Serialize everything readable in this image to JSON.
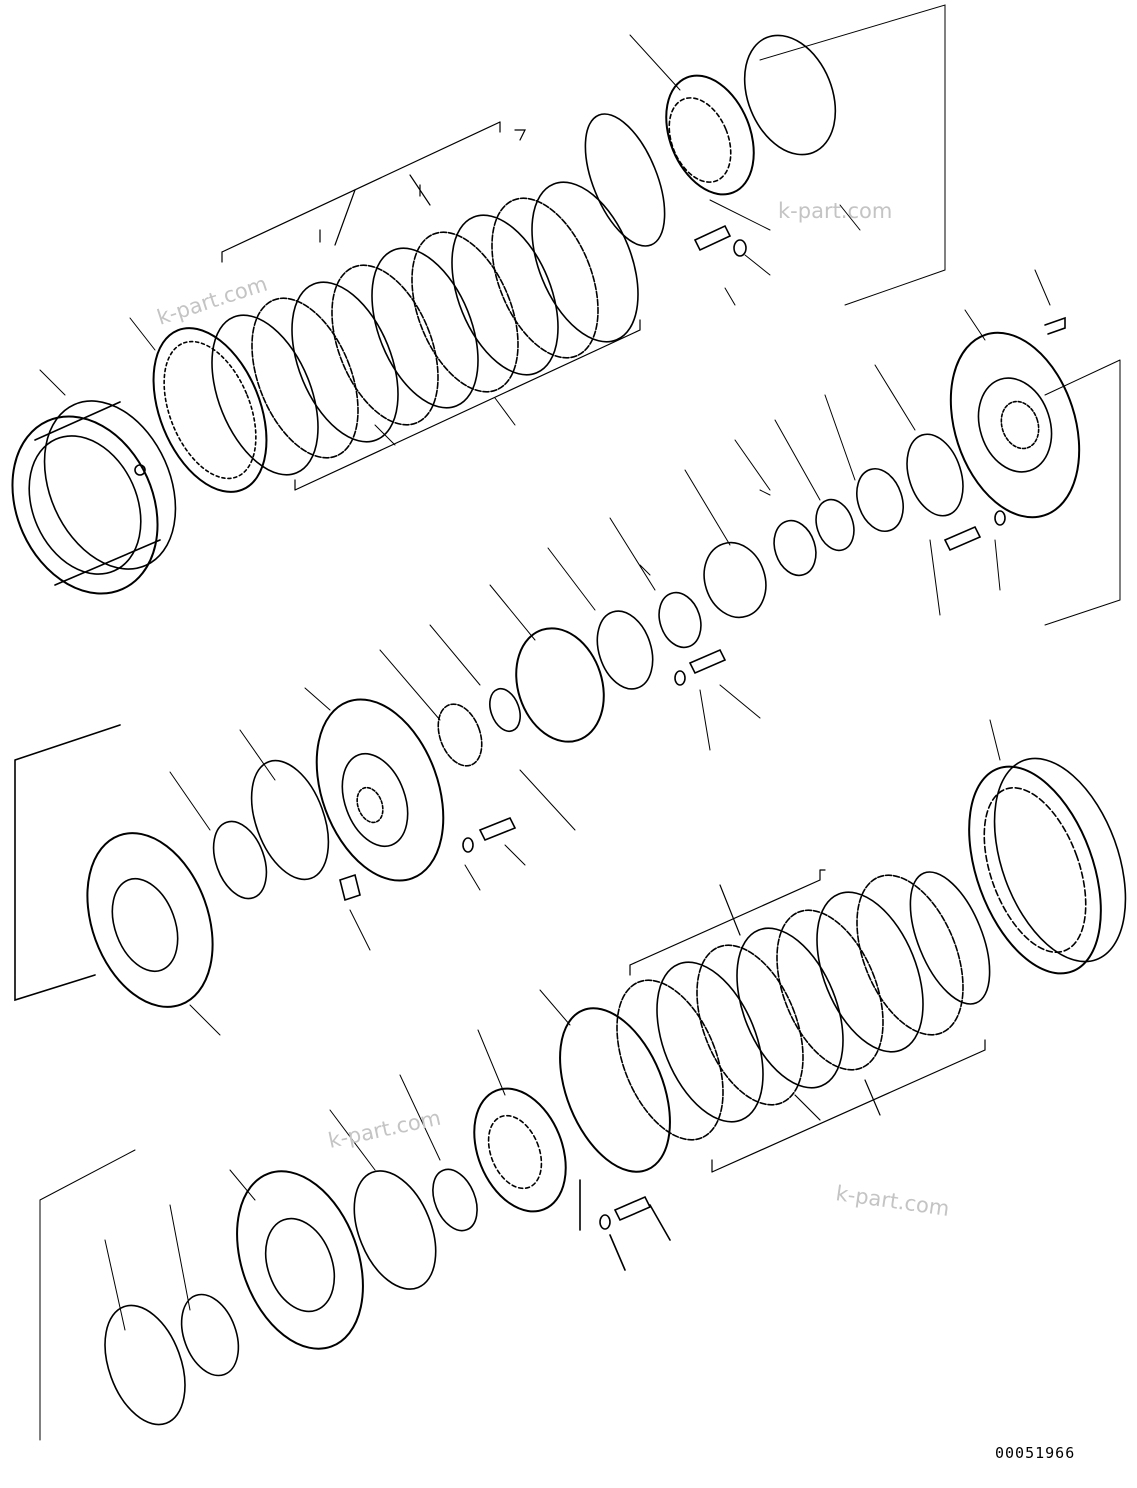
{
  "diagram": {
    "figure_number": "00051966",
    "watermarks": [
      "k-part.com",
      "k-part.com",
      "k-part.com",
      "k-part.com"
    ],
    "parts": [
      {
        "type": "carrier"
      },
      {
        "type": "clutch-pack"
      },
      {
        "type": "bearing-housing"
      },
      {
        "type": "snap-ring"
      },
      {
        "type": "bolt"
      },
      {
        "type": "washer"
      },
      {
        "type": "housing"
      },
      {
        "type": "bearing"
      },
      {
        "type": "seal-ring"
      },
      {
        "type": "retaining-ring"
      },
      {
        "type": "hub"
      },
      {
        "type": "plate"
      },
      {
        "type": "pin"
      },
      {
        "type": "cover"
      },
      {
        "type": "o-ring"
      },
      {
        "type": "drum"
      },
      {
        "type": "piston"
      }
    ]
  },
  "colors": {
    "line": "#000000",
    "watermark": "#c4c4c4"
  }
}
